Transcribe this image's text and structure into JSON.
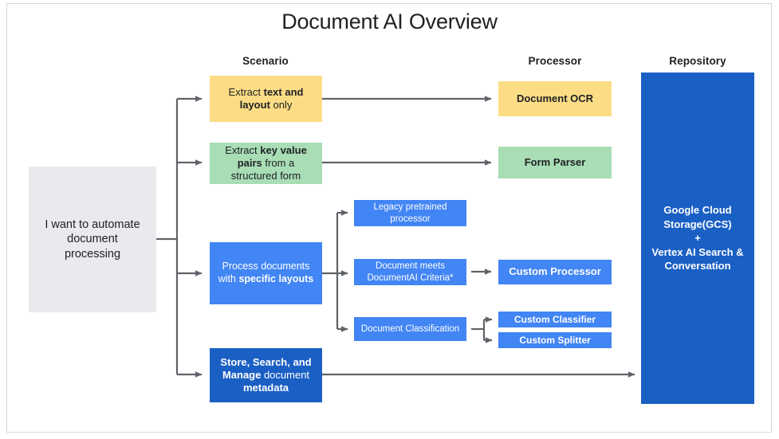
{
  "page": {
    "title": "Document AI Overview",
    "background": "#ffffff",
    "border_color": "#d6d8da"
  },
  "colors": {
    "yellow": "#fcdd86",
    "green": "#a8ddb5",
    "blue": "#4285f4",
    "dark_blue": "#1a5fc4",
    "gray": "#e8eaed",
    "connector": "#5f6368",
    "text_dark": "#202124",
    "text_light": "#ffffff"
  },
  "columns": [
    {
      "key": "scenario",
      "label": "Scenario"
    },
    {
      "key": "processor",
      "label": "Processor"
    },
    {
      "key": "repository",
      "label": "Repository"
    }
  ],
  "input": {
    "label": "I want to automate document processing",
    "line1": "I want to automate",
    "line2": "document",
    "line3": "processing"
  },
  "scenarios": [
    {
      "id": "text-and-layout",
      "color": "yellow",
      "text": "Extract text and layout only",
      "parts": [
        {
          "t": "Extract ",
          "bold": false
        },
        {
          "t": "text and layout",
          "bold": true
        },
        {
          "t": " only",
          "bold": false
        }
      ]
    },
    {
      "id": "key-value-pairs",
      "color": "green",
      "text": "Extract key value pairs from a structured form",
      "parts": [
        {
          "t": "Extract ",
          "bold": false
        },
        {
          "t": "key value pairs",
          "bold": true
        },
        {
          "t": " from a structured form",
          "bold": false
        }
      ]
    },
    {
      "id": "specific-layouts",
      "color": "blue",
      "text": "Process documents with specific layouts",
      "parts": [
        {
          "t": "Process documents with ",
          "bold": false
        },
        {
          "t": "specific layouts",
          "bold": true
        }
      ]
    },
    {
      "id": "store-search-manage",
      "color": "dark_blue",
      "text": "Store, Search, and Manage document metadata",
      "parts": [
        {
          "t": "Store, Search, and Manage",
          "bold": true
        },
        {
          "t": " document ",
          "bold": false
        },
        {
          "t": "metadata",
          "bold": true
        }
      ]
    }
  ],
  "decisions": [
    {
      "id": "legacy-pretrained",
      "label": "Legacy pretrained processor"
    },
    {
      "id": "documentai-criteria",
      "label": "Document meets DocumentAI Criteria*"
    },
    {
      "id": "document-classification",
      "label": "Document Classification"
    }
  ],
  "processors": [
    {
      "id": "document-ocr",
      "label": "Document OCR",
      "color": "yellow"
    },
    {
      "id": "form-parser",
      "label": "Form Parser",
      "color": "green"
    },
    {
      "id": "custom-processor",
      "label": "Custom Processor",
      "color": "blue"
    },
    {
      "id": "custom-classifier",
      "label": "Custom Classifier",
      "color": "blue"
    },
    {
      "id": "custom-splitter",
      "label": "Custom Splitter",
      "color": "blue"
    }
  ],
  "repository": {
    "line1": "Google Cloud",
    "line2": "Storage(GCS)",
    "plus": "+",
    "line3": "Vertex AI Search &",
    "line4": "Conversation",
    "full_text": "Google Cloud Storage(GCS) + Vertex AI Search & Conversation"
  }
}
